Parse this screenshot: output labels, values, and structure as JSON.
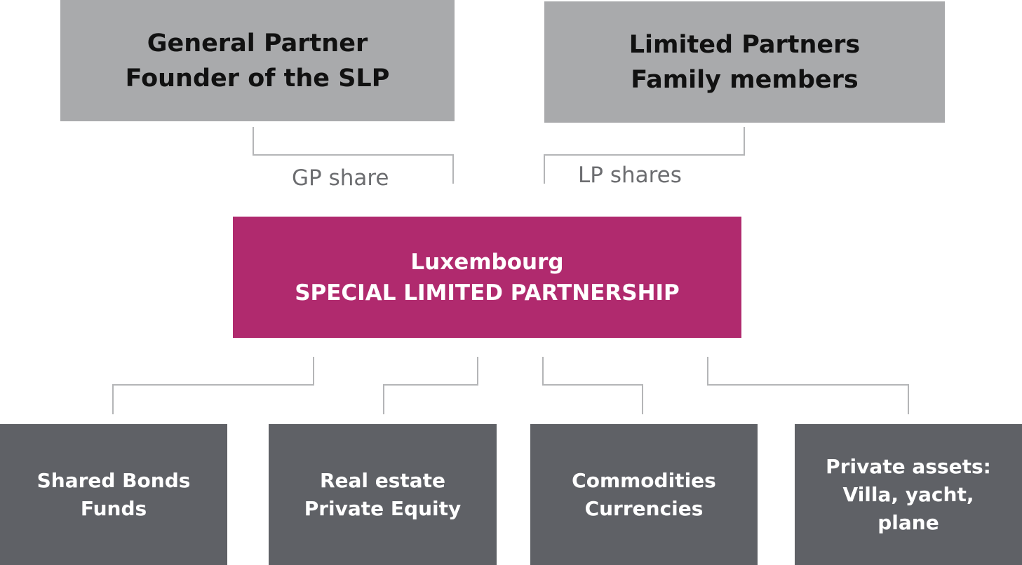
{
  "general_partner": {
    "line1": "General Partner",
    "line2": "Founder of the SLP"
  },
  "limited_partners": {
    "line1": "Limited Partners",
    "line2": "Family members"
  },
  "connector_labels": {
    "gp": "GP share",
    "lp": "LP shares"
  },
  "slp": {
    "line1": "Luxembourg",
    "line2": "SPECIAL LIMITED PARTNERSHIP"
  },
  "assets": [
    {
      "line1": "Shared Bonds",
      "line2": "Funds",
      "line3": ""
    },
    {
      "line1": "Real estate",
      "line2": "Private Equity",
      "line3": ""
    },
    {
      "line1": "Commodities",
      "line2": "Currencies",
      "line3": ""
    },
    {
      "line1": "Private assets:",
      "line2": "Villa, yacht,",
      "line3": "plane"
    }
  ],
  "colors": {
    "partner_box": "#a9aaac",
    "slp_box": "#b02a6e",
    "asset_box": "#5f6166",
    "connector": "#b4b5b7",
    "label_text": "#6c6d70"
  }
}
